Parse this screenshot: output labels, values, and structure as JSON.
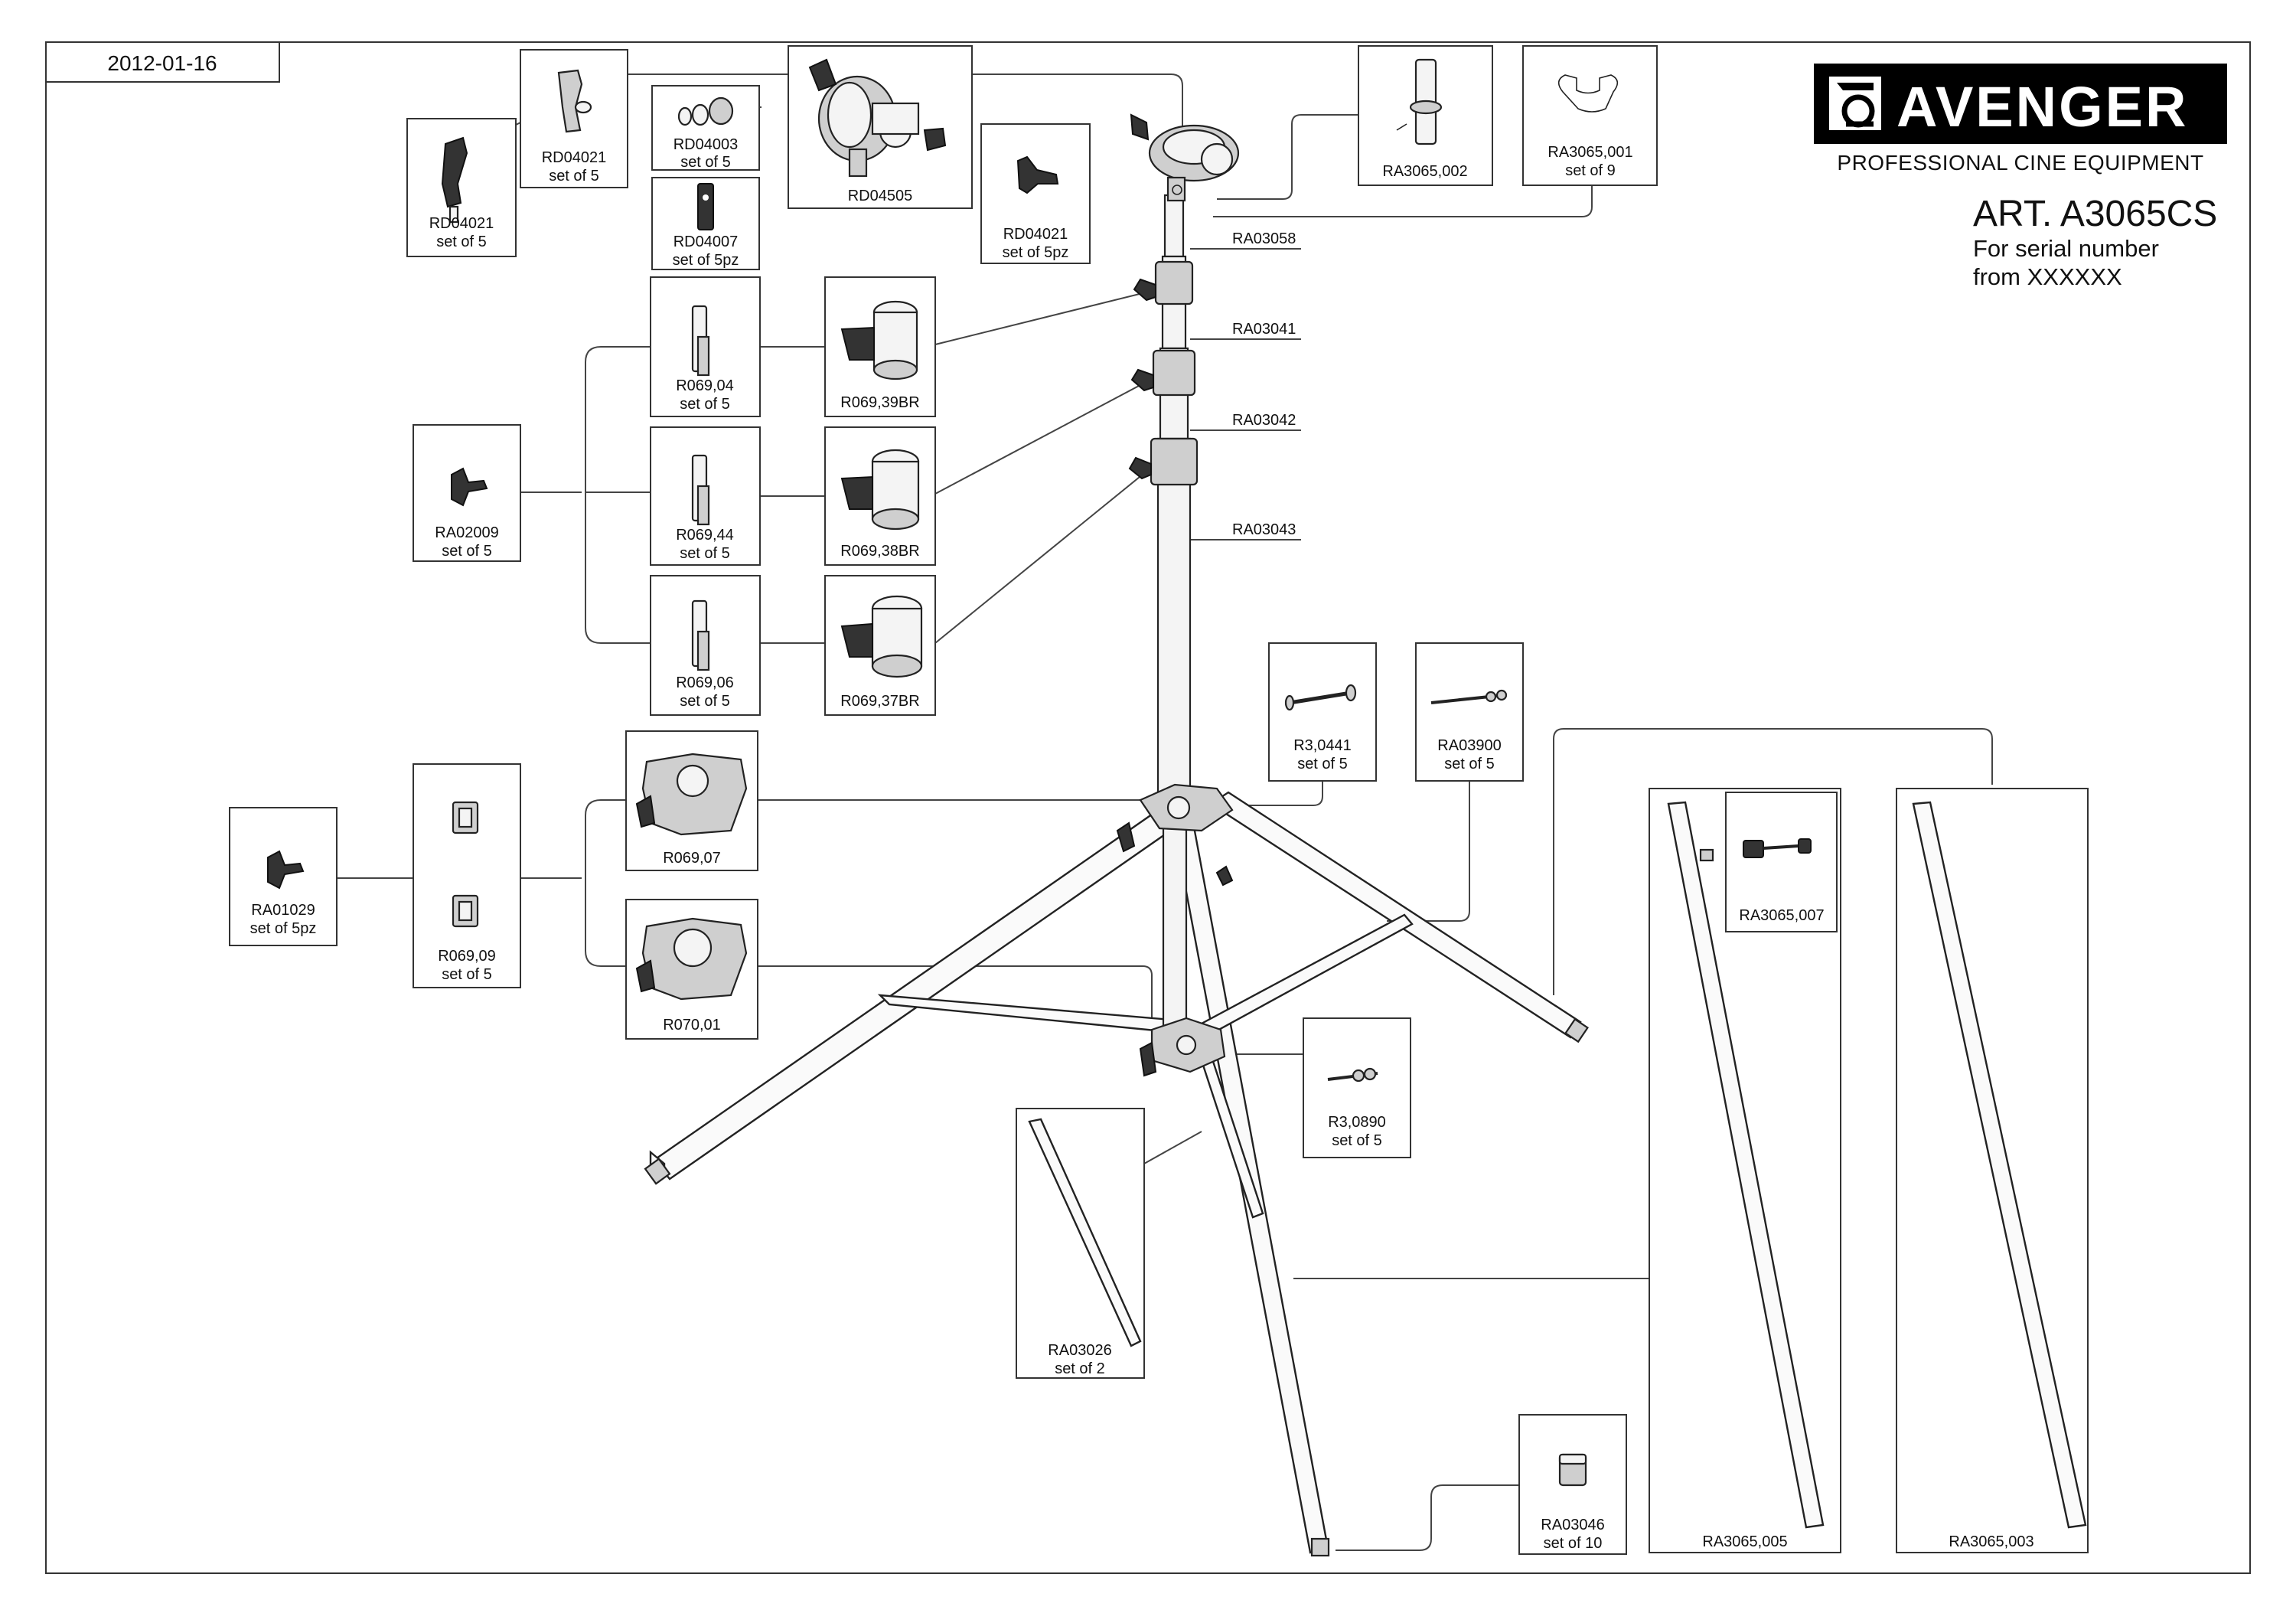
{
  "header": {
    "date": "2012-01-16",
    "brand": "AVENGER",
    "tagline": "PROFESSIONAL CINE EQUIPMENT",
    "article": "ART. A3065CS",
    "serial_line1": "For serial number",
    "serial_line2": "from XXXXXX"
  },
  "parts": {
    "rd04021_left": {
      "code": "RD04021",
      "qty": "set of 5"
    },
    "rd04021_top": {
      "code": "RD04021",
      "qty": "set of 5"
    },
    "rd04003": {
      "code": "RD04003",
      "qty": "set of 5"
    },
    "rd04007": {
      "code": "RD04007",
      "qty": "set of  5pz"
    },
    "rd04505": {
      "code": "RD04505"
    },
    "rd04021_right": {
      "code": "RD04021",
      "qty": "set of 5pz"
    },
    "ra3065_002": {
      "code": "RA3065,002"
    },
    "ra3065_001": {
      "code": "RA3065,001",
      "qty": "set of 9"
    },
    "r069_04": {
      "code": "R069,04",
      "qty": "set of 5"
    },
    "r069_39br": {
      "code": "R069,39BR"
    },
    "ra02009": {
      "code": "RA02009",
      "qty": "set of 5"
    },
    "r069_44": {
      "code": "R069,44",
      "qty": "set of 5"
    },
    "r069_38br": {
      "code": "R069,38BR"
    },
    "r069_06": {
      "code": "R069,06",
      "qty": "set of 5"
    },
    "r069_37br": {
      "code": "R069,37BR"
    },
    "r3_0441": {
      "code": "R3,0441",
      "qty": "set of 5"
    },
    "ra03900": {
      "code": "RA03900",
      "qty": "set of 5"
    },
    "ra01029": {
      "code": "RA01029",
      "qty": "set of 5pz"
    },
    "r069_09": {
      "code": "R069,09",
      "qty": "set of 5"
    },
    "r069_07": {
      "code": "R069,07"
    },
    "r070_01": {
      "code": "R070,01"
    },
    "r3_0890": {
      "code": "R3,0890",
      "qty": "set of 5"
    },
    "ra03026": {
      "code": "RA03026",
      "qty": "set of 2"
    },
    "ra03046": {
      "code": "RA03046",
      "qty": "set of 10"
    },
    "ra3065_005": {
      "code": "RA3065,005"
    },
    "ra3065_007": {
      "code": "RA3065,007"
    },
    "ra3065_003": {
      "code": "RA3065,003"
    }
  },
  "callouts": {
    "ra03058": "RA03058",
    "ra03041": "RA03041",
    "ra03042": "RA03042",
    "ra03043": "RA03043"
  }
}
